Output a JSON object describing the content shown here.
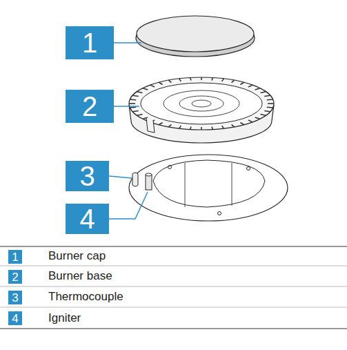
{
  "diagram": {
    "labels": [
      "1",
      "2",
      "3",
      "4",
      "1",
      "Burner cap",
      "2",
      "Burner base",
      "3",
      "Thermocouple",
      "4",
      "Igniter"
    ]
  }
}
